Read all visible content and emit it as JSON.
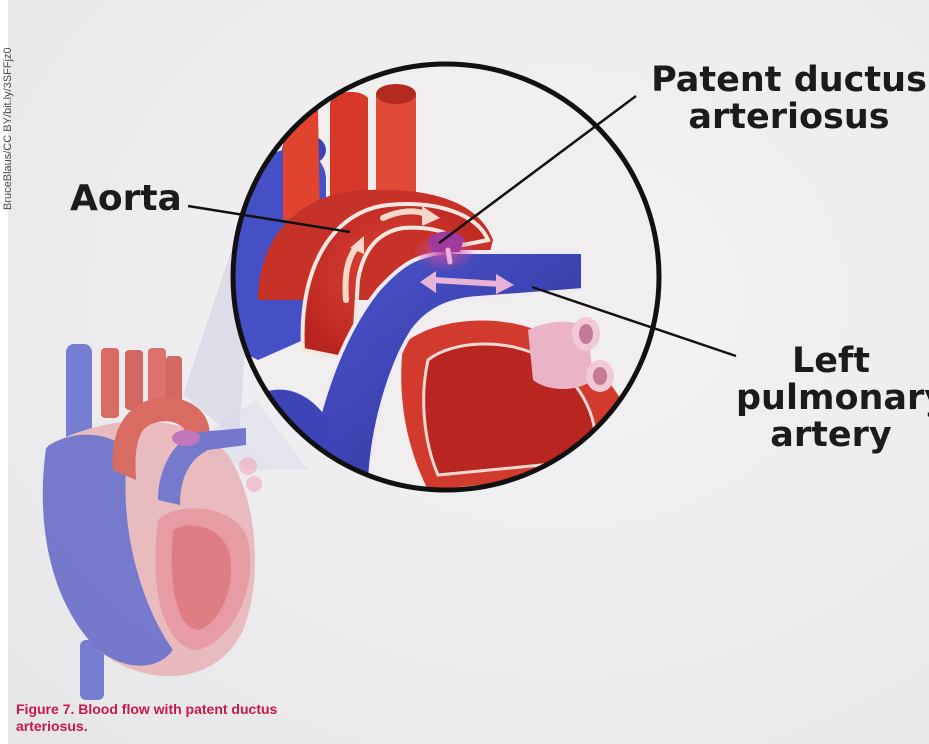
{
  "credit": "BruceBlaus/CC BY/bit.ly/3SFFjz0",
  "labels": {
    "aorta": "Aorta",
    "pda_line1": "Patent ductus",
    "pda_line2": "arteriosus",
    "lpa_line1": "Left",
    "lpa_line2": "pulmonary",
    "lpa_line3": "artery"
  },
  "caption": "Figure 7. Blood flow with patent ductus arteriosus.",
  "colors": {
    "oxygenated_red": "#d23a2e",
    "deoxygenated_blue": "#3d44b8",
    "mixed_purple": "#9a3ca6",
    "caption_accent": "#c8174b"
  }
}
